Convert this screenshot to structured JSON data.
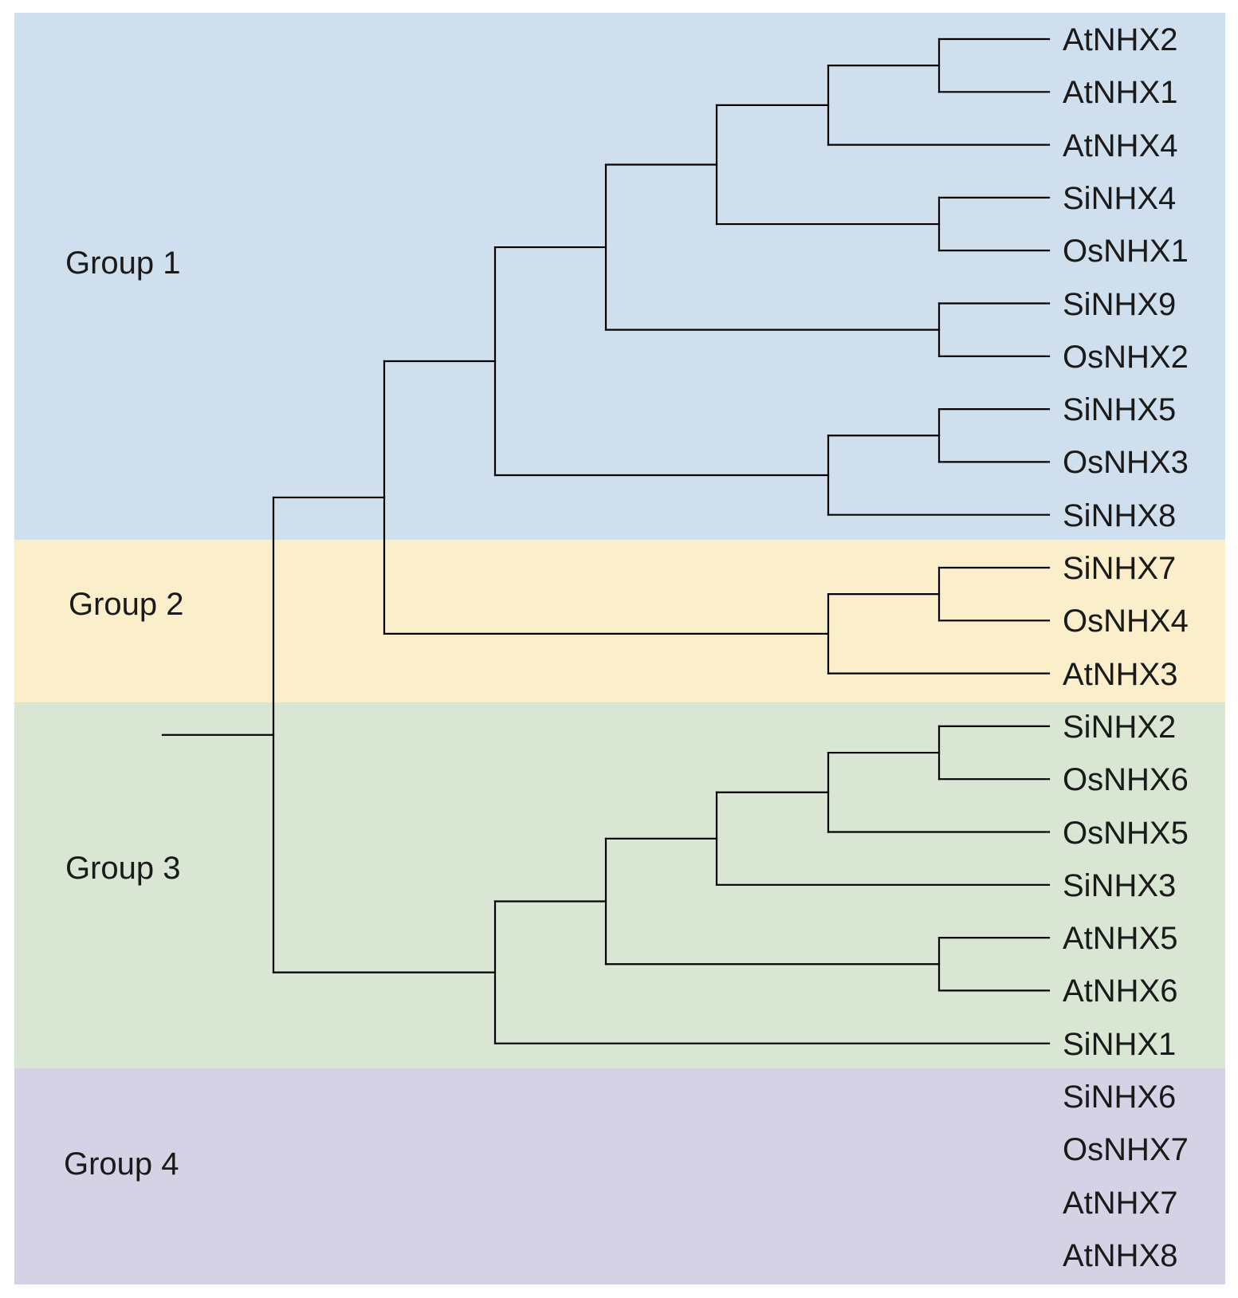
{
  "colors": {
    "group1": "#cfdfee",
    "group2": "#fbeecb",
    "group3": "#d9e6d3",
    "group4": "#d6d2e6",
    "lines": "#000000",
    "text": "#1a1a1a"
  },
  "groups": [
    {
      "label": "Group 1"
    },
    {
      "label": "Group 2"
    },
    {
      "label": "Group 3"
    },
    {
      "label": "Group 4"
    }
  ],
  "leaves": [
    {
      "label": "AtNHX2"
    },
    {
      "label": "AtNHX1"
    },
    {
      "label": "AtNHX4"
    },
    {
      "label": "SiNHX4"
    },
    {
      "label": "OsNHX1"
    },
    {
      "label": "SiNHX9"
    },
    {
      "label": "OsNHX2"
    },
    {
      "label": "SiNHX5"
    },
    {
      "label": "OsNHX3"
    },
    {
      "label": "SiNHX8"
    },
    {
      "label": "SiNHX7"
    },
    {
      "label": "OsNHX4"
    },
    {
      "label": "AtNHX3"
    },
    {
      "label": "SiNHX2"
    },
    {
      "label": "OsNHX6"
    },
    {
      "label": "OsNHX5"
    },
    {
      "label": "SiNHX3"
    },
    {
      "label": "AtNHX5"
    },
    {
      "label": "AtNHX6"
    },
    {
      "label": "SiNHX1"
    },
    {
      "label": "SiNHX6"
    },
    {
      "label": "OsNHX7"
    },
    {
      "label": "AtNHX7"
    },
    {
      "label": "AtNHX8"
    }
  ],
  "tree": [
    [
      [
        [
          [
            [
              [
                0,
                1
              ],
              2
            ],
            [
              3,
              4
            ]
          ],
          [
            5,
            6
          ]
        ],
        [
          [
            7,
            8
          ],
          9
        ]
      ],
      [
        [
          10,
          11
        ],
        12
      ]
    ],
    [
      [
        [
          [
            [
              13,
              14
            ],
            15
          ],
          16
        ],
        [
          17,
          18
        ]
      ],
      19
    ],
    [
      [
        20,
        21
      ],
      [
        22,
        23
      ]
    ]
  ]
}
